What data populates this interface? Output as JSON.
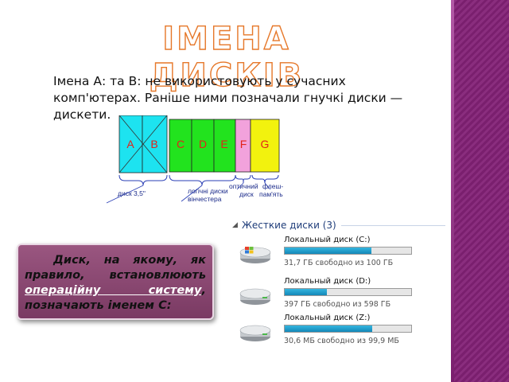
{
  "title": "ІМЕНА ДИСКІВ",
  "intro_text": "Імена А: та В: не використовують у сучасних комп'ютерах. Раніше ними позначали гнучкі диски — дискети.",
  "diagram": {
    "letters": [
      "A",
      "B",
      "C",
      "D",
      "E",
      "F",
      "G"
    ],
    "letter_color": "#e2231a",
    "colors": {
      "floppy": "#1de3f0",
      "hdd": "#22e31e",
      "optical": "#f2a2dc",
      "flash": "#f2f20e"
    },
    "labels": {
      "floppy": "диск 3,5\"",
      "hdd_line1": "логічні диски",
      "hdd_line2": "вінчестера",
      "optical_line1": "оптичний",
      "optical_line2": "диск",
      "flash_line1": "флеш-",
      "flash_line2": "пам'ять"
    }
  },
  "callout": {
    "part1": "Диск, на якому, як правило, встановлюють ",
    "link": "операційну систему",
    "part2": ", позначають іменем С:"
  },
  "explorer": {
    "group_title": "Жесткие диски (3)",
    "drives": [
      {
        "name": "Локальный диск (C:)",
        "free": "31,7 ГБ свободно из 100 ГБ",
        "used_fraction": 0.683,
        "icon": "windows-drive-icon"
      },
      {
        "name": "Локальный диск (D:)",
        "free": "397 ГБ свободно из 598 ГБ",
        "used_fraction": 0.336,
        "icon": "hard-drive-icon"
      },
      {
        "name": "Локальный диск (Z:)",
        "free": "30,6 МБ свободно из 99,9 МБ",
        "used_fraction": 0.694,
        "icon": "hard-drive-icon"
      }
    ]
  },
  "theme": {
    "title_outline": "#e6782a",
    "accent": "#7a1f6e",
    "callout_bg": "#8b4672"
  }
}
